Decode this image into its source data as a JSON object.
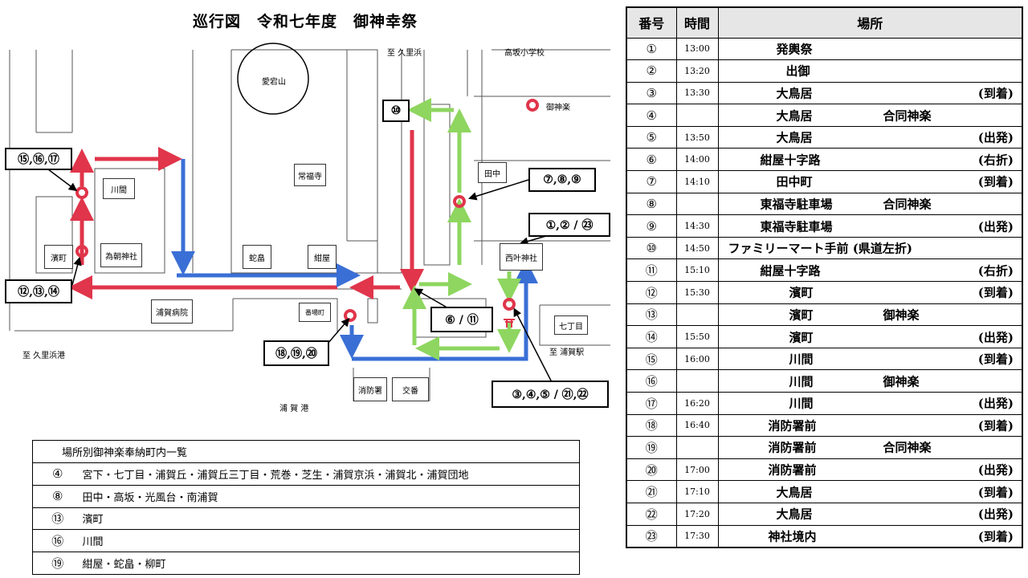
{
  "map": {
    "title": "巡行図　令和七年度　御神幸祭",
    "legend_label": "御神楽",
    "labels": {
      "to_kurihama_top": "至 久里浜",
      "takasaka_school": "高坂小学校",
      "atago": "愛宕山",
      "josenji": "常福寺",
      "kawama": "川間",
      "tanaka": "田中",
      "hamacho": "濱町",
      "tametomo": "為朝神社",
      "jajima": "蛇畠",
      "konya": "紺屋",
      "nishikanou": "西叶神社",
      "uraga_hospital": "浦賀病院",
      "bancho": "番場町",
      "nanachome": "七丁目",
      "to_kurihama_port": "至 久里浜港",
      "to_uraga_station": "至 浦賀駅",
      "fire_station": "消防署",
      "koban": "交番",
      "uraga_port": "浦 賀 港"
    },
    "callouts": {
      "c10": "⑩",
      "c15": "⑮,⑯,⑰",
      "c789": "⑦,⑧,⑨",
      "c123": "①,② / ㉓",
      "c121314": "⑫,⑬,⑭",
      "c611": "⑥ / ⑪",
      "c181920": "⑱,⑲,⑳",
      "c345": "③,④,⑤ / ㉑,㉒"
    },
    "route_colors": {
      "red": "#e0354a",
      "blue": "#3a6fd6",
      "green": "#8ed660",
      "gray": "#cccccc"
    }
  },
  "schedule": {
    "headers": [
      "番号",
      "時間",
      "場所"
    ],
    "rows": [
      {
        "num": "①",
        "time": "13:00",
        "place": "発輿祭",
        "note": "",
        "status": ""
      },
      {
        "num": "②",
        "time": "13:20",
        "place": "出御",
        "note": "",
        "status": ""
      },
      {
        "num": "③",
        "time": "13:30",
        "place": "大鳥居",
        "note": "",
        "status": "(到着)"
      },
      {
        "num": "④",
        "time": "",
        "place": "大鳥居",
        "note": "合同神楽",
        "status": ""
      },
      {
        "num": "⑤",
        "time": "13:50",
        "place": "大鳥居",
        "note": "",
        "status": "(出発)"
      },
      {
        "num": "⑥",
        "time": "14:00",
        "place": "紺屋十字路",
        "note": "",
        "status": "(右折)"
      },
      {
        "num": "⑦",
        "time": "14:10",
        "place": "田中町",
        "note": "",
        "status": "(到着)"
      },
      {
        "num": "⑧",
        "time": "",
        "place": "東福寺駐車場",
        "note": "合同神楽",
        "status": ""
      },
      {
        "num": "⑨",
        "time": "14:30",
        "place": "東福寺駐車場",
        "note": "",
        "status": "(出発)"
      },
      {
        "num": "⑩",
        "time": "14:50",
        "place": "ファミリーマート手前 (県道左折)",
        "note": "",
        "status": ""
      },
      {
        "num": "⑪",
        "time": "15:10",
        "place": "紺屋十字路",
        "note": "",
        "status": "(右折)"
      },
      {
        "num": "⑫",
        "time": "15:30",
        "place": "濱町",
        "note": "",
        "status": "(到着)"
      },
      {
        "num": "⑬",
        "time": "",
        "place": "濱町",
        "note": "御神楽",
        "status": ""
      },
      {
        "num": "⑭",
        "time": "15:50",
        "place": "濱町",
        "note": "",
        "status": "(出発)"
      },
      {
        "num": "⑮",
        "time": "16:00",
        "place": "川間",
        "note": "",
        "status": "(到着)"
      },
      {
        "num": "⑯",
        "time": "",
        "place": "川間",
        "note": "御神楽",
        "status": ""
      },
      {
        "num": "⑰",
        "time": "16:20",
        "place": "川間",
        "note": "",
        "status": "(出発)"
      },
      {
        "num": "⑱",
        "time": "16:40",
        "place": "消防署前",
        "note": "",
        "status": "(到着)"
      },
      {
        "num": "⑲",
        "time": "",
        "place": "消防署前",
        "note": "合同神楽",
        "status": ""
      },
      {
        "num": "⑳",
        "time": "17:00",
        "place": "消防署前",
        "note": "",
        "status": "(出発)"
      },
      {
        "num": "㉑",
        "time": "17:10",
        "place": "大鳥居",
        "note": "",
        "status": "(到着)"
      },
      {
        "num": "㉒",
        "time": "17:20",
        "place": "大鳥居",
        "note": "",
        "status": "(出発)"
      },
      {
        "num": "㉓",
        "time": "17:30",
        "place": "神社境内",
        "note": "",
        "status": "(到着)"
      }
    ]
  },
  "donation": {
    "title": "場所別御神楽奉納町内一覧",
    "rows": [
      {
        "num": "④",
        "text": "宮下・七丁目・浦賀丘・浦賀丘三丁目・荒巻・芝生・浦賀京浜・浦賀北・浦賀団地"
      },
      {
        "num": "⑧",
        "text": "田中・高坂・光風台・南浦賀"
      },
      {
        "num": "⑬",
        "text": "濱町"
      },
      {
        "num": "⑯",
        "text": "川間"
      },
      {
        "num": "⑲",
        "text": "紺屋・蛇畠・柳町"
      }
    ]
  }
}
